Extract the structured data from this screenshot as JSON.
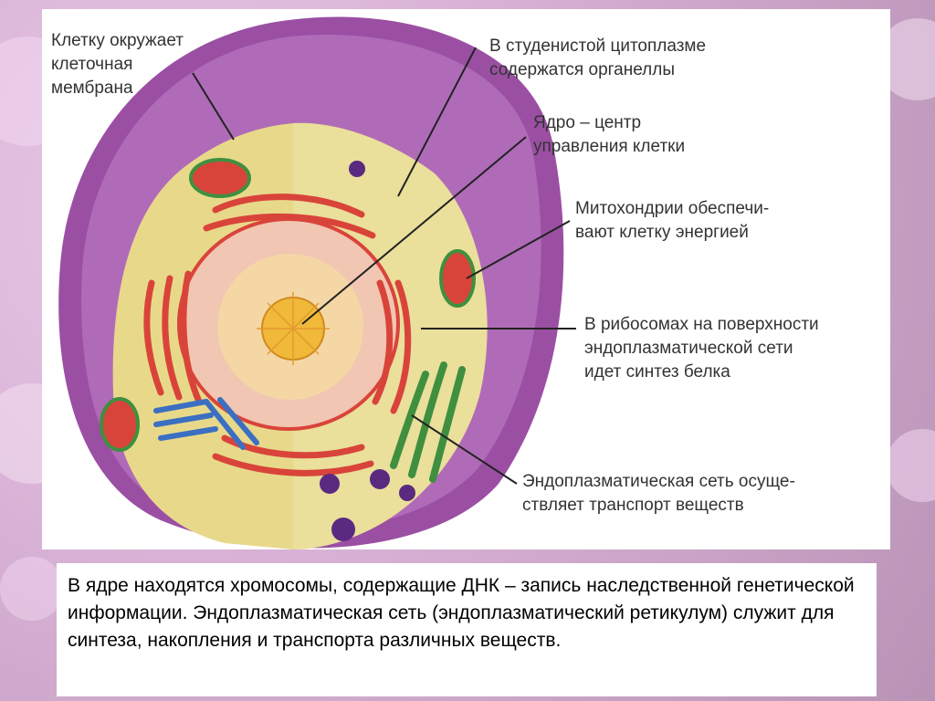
{
  "labels": {
    "membrane": "Клетку окружает\nклеточная\nмембрана",
    "cytoplasm": "В студенистой цитоплазме\nсодержатся органеллы",
    "nucleus": "Ядро – центр\nуправления клетки",
    "mitochondria": "Митохондрии обеспечи-\nвают клетку энергией",
    "ribosomes": "В рибосомах на поверхности\nэндоплазматической сети\nидет синтез белка",
    "er": "Эндоплазматическая сеть осуще-\nствляет транспорт веществ"
  },
  "caption": "В ядре находятся хромосомы, содержащие ДНК – запись наследственной генетической информации. Эндоплазматическая сеть (эндоплазматический ретикулум) служит для синтеза, накопления и транспорта различных веществ.",
  "colors": {
    "membrane": "#9b4fa3",
    "cytoplasm": "#e8d98a",
    "er_red": "#d9443a",
    "er_green": "#3f8f3f",
    "golgi_blue": "#3b6fc2",
    "nucleus_core": "#f0b93a",
    "label_text": "#333333",
    "leader_line": "#222222"
  }
}
